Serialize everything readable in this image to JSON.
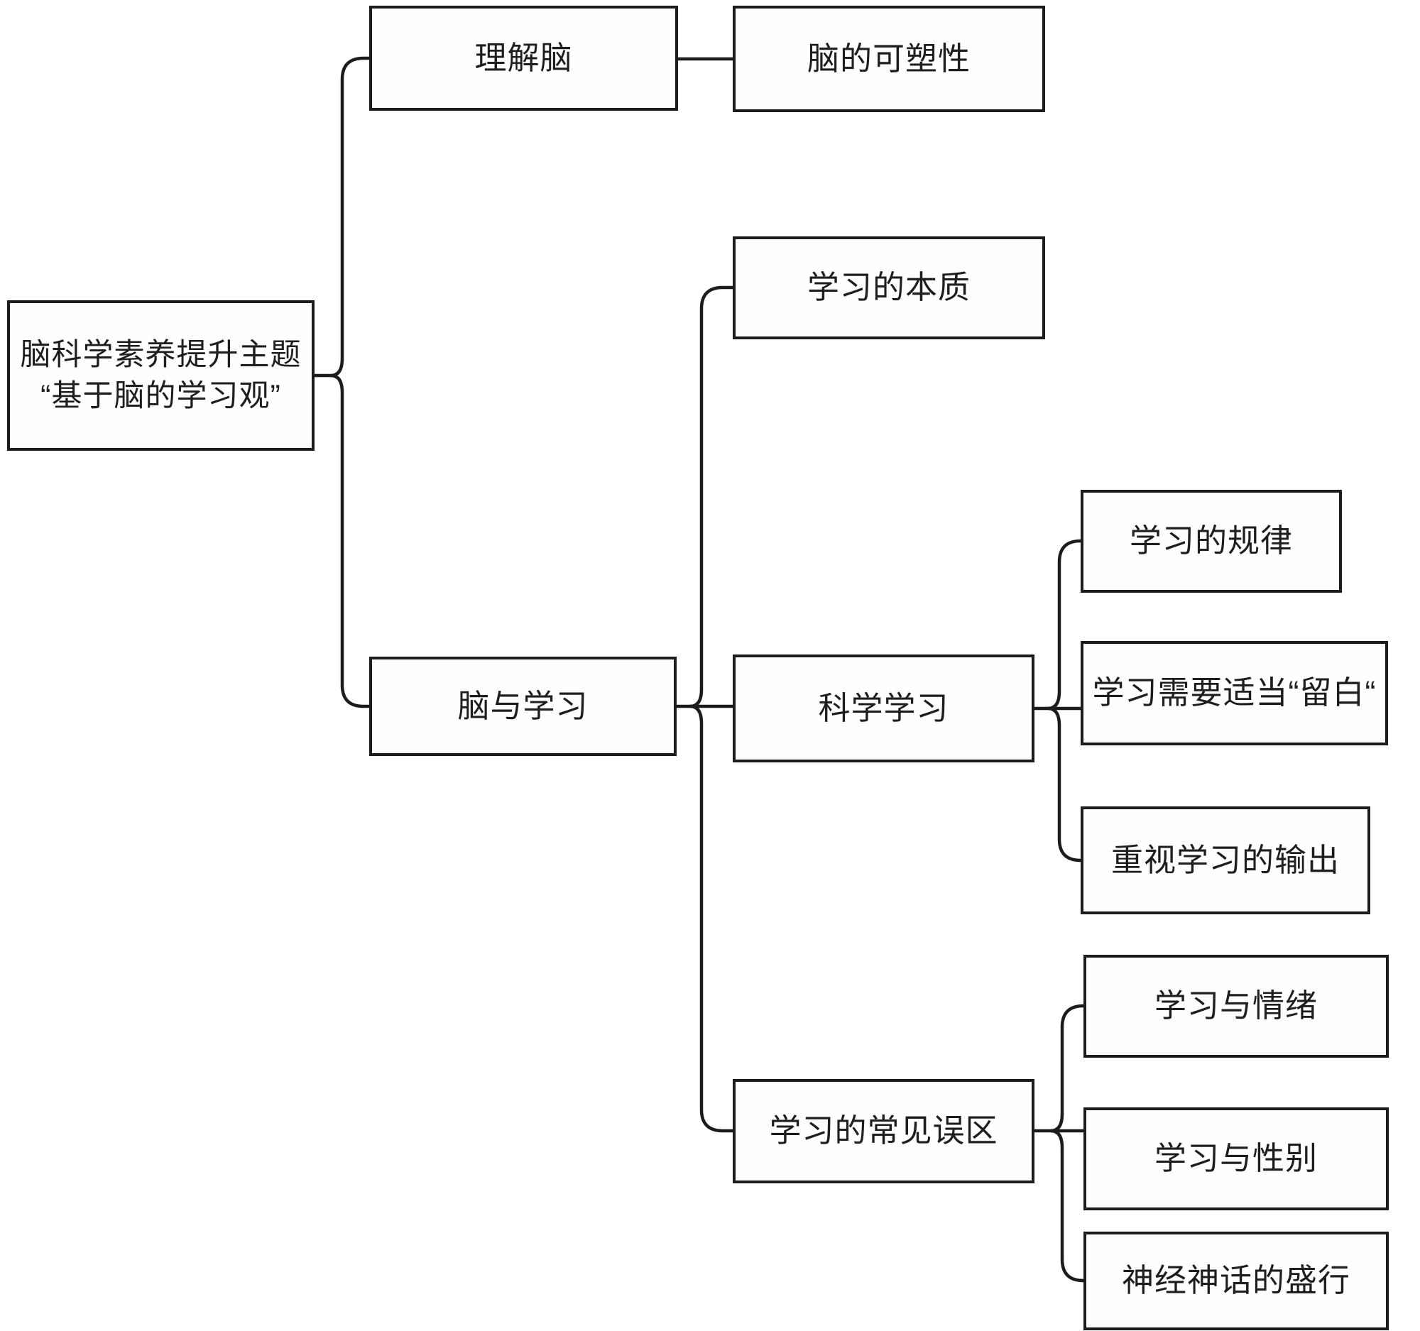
{
  "diagram": {
    "type": "mindmap-tree",
    "root": {
      "line1": "脑科学素养提升主题",
      "line2": "“基于脑的学习观”"
    },
    "nodes": {
      "understand_brain": "理解脑",
      "brain_plasticity": "脑的可塑性",
      "nature_of_learning": "学习的本质",
      "brain_and_learning": "脑与学习",
      "scientific_learning": "科学学习",
      "rules_of_learning": "学习的规律",
      "learning_needs_blank": "学习需要适当“留白“",
      "value_learning_output": "重视学习的输出",
      "common_misunderstandings": "学习的常见误区",
      "learning_and_emotion": "学习与情绪",
      "learning_and_gender": "学习与性别",
      "prevalence_of_neuromyths": "神经神话的盛行"
    },
    "edges": [
      {
        "from": "root",
        "to": "understand_brain"
      },
      {
        "from": "understand_brain",
        "to": "brain_plasticity"
      },
      {
        "from": "root",
        "to": "brain_and_learning"
      },
      {
        "from": "brain_and_learning",
        "to": "nature_of_learning"
      },
      {
        "from": "brain_and_learning",
        "to": "scientific_learning"
      },
      {
        "from": "brain_and_learning",
        "to": "common_misunderstandings"
      },
      {
        "from": "scientific_learning",
        "to": "rules_of_learning"
      },
      {
        "from": "scientific_learning",
        "to": "learning_needs_blank"
      },
      {
        "from": "scientific_learning",
        "to": "value_learning_output"
      },
      {
        "from": "common_misunderstandings",
        "to": "learning_and_emotion"
      },
      {
        "from": "common_misunderstandings",
        "to": "learning_and_gender"
      },
      {
        "from": "common_misunderstandings",
        "to": "prevalence_of_neuromyths"
      }
    ],
    "colors": {
      "border": "#1c1c1c",
      "line": "#1c1c1c",
      "text": "#1e1e1e",
      "background": "#ffffff",
      "box_fill": "#fefefe"
    }
  }
}
